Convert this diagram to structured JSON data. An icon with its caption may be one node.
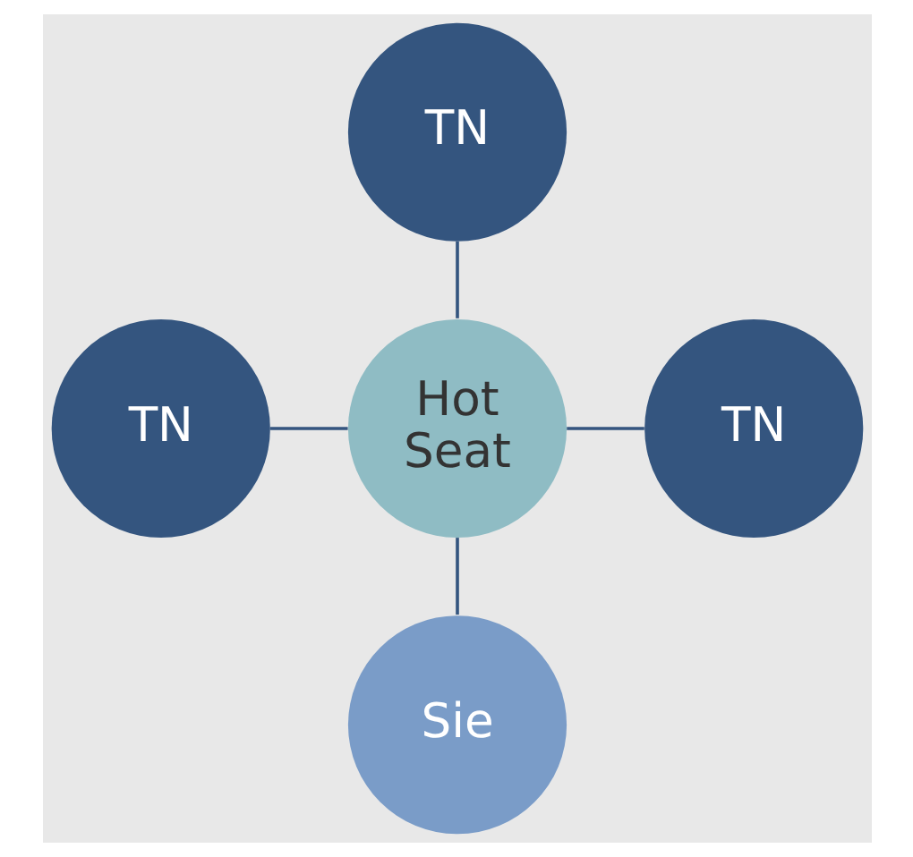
{
  "diagram": {
    "nodes": [
      {
        "text": [
          "TN"
        ]
      },
      {
        "text": [
          "TN"
        ]
      },
      {
        "text": [
          "Hot Seat"
        ]
      },
      {
        "text": [
          "TN"
        ]
      },
      {
        "text": [
          "Sie"
        ]
      }
    ],
    "edges": [
      {
        "from": 0,
        "to": 2,
        "arrow": "none"
      },
      {
        "from": 1,
        "to": 2,
        "arrow": "none"
      },
      {
        "from": 2,
        "to": 3,
        "arrow": "none"
      },
      {
        "from": 2,
        "to": 4,
        "arrow": "none"
      }
    ]
  }
}
